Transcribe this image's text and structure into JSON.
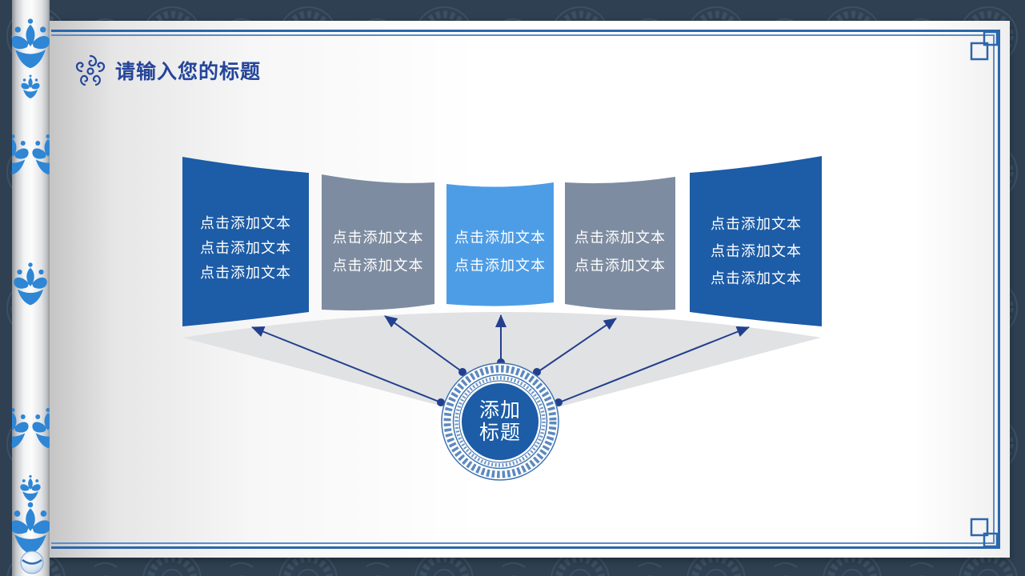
{
  "slide": {
    "title": {
      "text": "请输入您的标题"
    },
    "panels": [
      {
        "lines": [
          "点击添加文本",
          "点击添加文本",
          "点击添加文本"
        ],
        "color": "#1d5ca6"
      },
      {
        "lines": [
          "点击添加文本",
          "点击添加文本"
        ],
        "color": "#7e8ca1"
      },
      {
        "lines": [
          "点击添加文本",
          "点击添加文本"
        ],
        "color": "#4d9de6"
      },
      {
        "lines": [
          "点击添加文本",
          "点击添加文本"
        ],
        "color": "#7e8ca1"
      },
      {
        "lines": [
          "点击添加文本",
          "点击添加文本",
          "点击添加文本"
        ],
        "color": "#1d5ca6"
      }
    ],
    "center_badge": {
      "line1": "添加",
      "line2": "标题"
    },
    "colors": {
      "accent_blue": "#1d5ca6",
      "light_blue": "#4d9de6",
      "slate_gray": "#7e8ca1",
      "arrow_navy": "#23408e",
      "porcelain_blue": "#2e86d5",
      "title_blue": "#24459a",
      "border_blue": "#2c66ac",
      "background_navy": "#2e4052",
      "fan_gray": "#e1e2e4"
    }
  }
}
